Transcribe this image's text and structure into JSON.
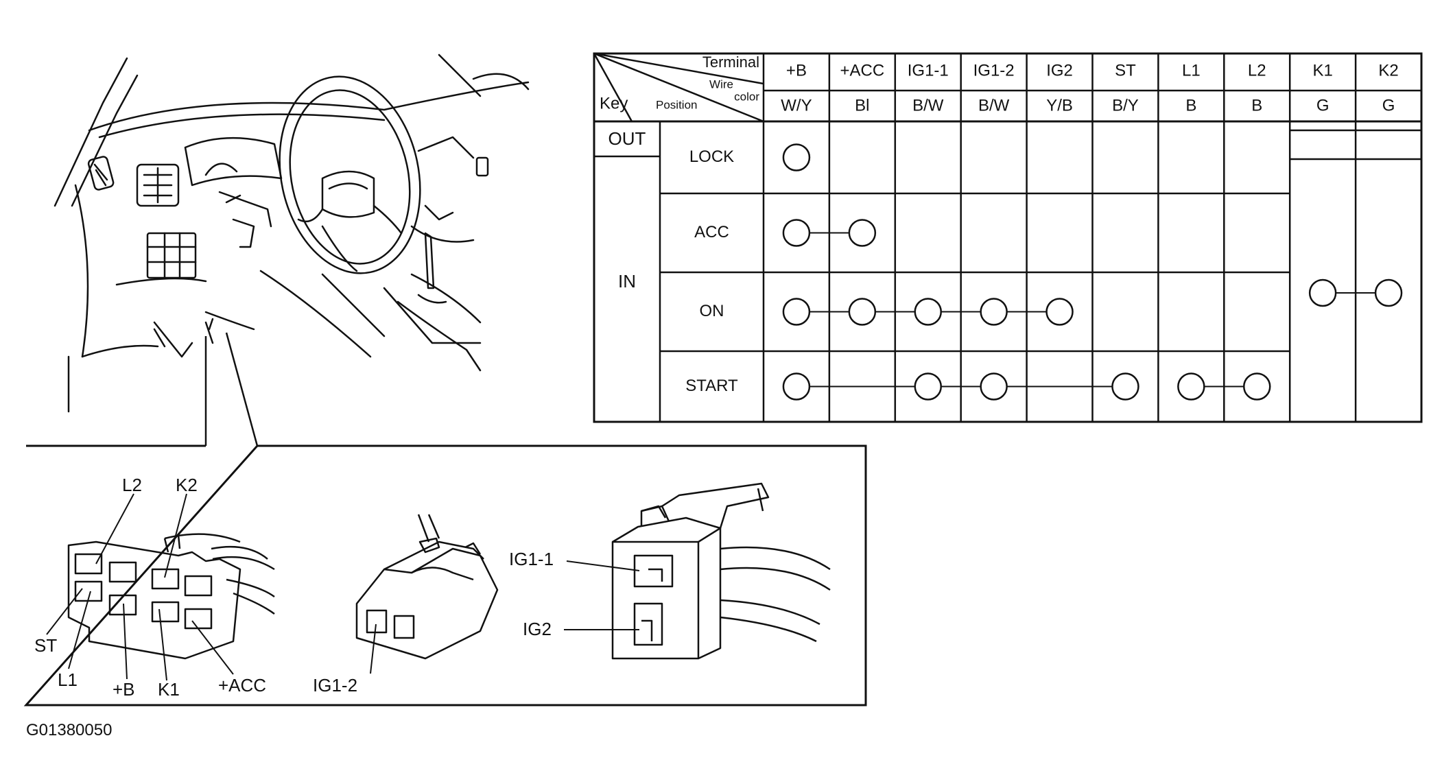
{
  "table": {
    "header_terminal": "Terminal",
    "header_wire": "Wire",
    "header_color": "color",
    "header_key": "Key",
    "header_position": "Position",
    "terminals": [
      "+B",
      "+ACC",
      "IG1-1",
      "IG1-2",
      "IG2",
      "ST",
      "L1",
      "L2",
      "K1",
      "K2"
    ],
    "wire_colors": [
      "W/Y",
      "Bl",
      "B/W",
      "B/W",
      "Y/B",
      "B/Y",
      "B",
      "B",
      "G",
      "G"
    ],
    "key_out": "OUT",
    "key_in": "IN",
    "positions": [
      "LOCK",
      "ACC",
      "ON",
      "START"
    ],
    "continuity": [
      {
        "position": "LOCK",
        "terminals": [
          "+B"
        ]
      },
      {
        "position": "ACC",
        "terminals": [
          "+B",
          "+ACC"
        ]
      },
      {
        "position": "ON",
        "terminals": [
          "+B",
          "+ACC",
          "IG1-1",
          "IG1-2",
          "IG2"
        ]
      },
      {
        "position": "START",
        "terminals": [
          "+B",
          "IG1-1",
          "IG1-2",
          "ST"
        ]
      },
      {
        "position": "START",
        "terminals": [
          "L1",
          "L2"
        ]
      },
      {
        "key": "IN",
        "terminals": [
          "K1",
          "K2"
        ]
      }
    ]
  },
  "connector_labels": {
    "l2": "L2",
    "k2": "K2",
    "st": "ST",
    "l1": "L1",
    "plus_b": "+B",
    "k1": "K1",
    "plus_acc": "+ACC",
    "ig1_2": "IG1-2",
    "ig1_1": "IG1-1",
    "ig2": "IG2"
  },
  "figure_code": "G01380050"
}
